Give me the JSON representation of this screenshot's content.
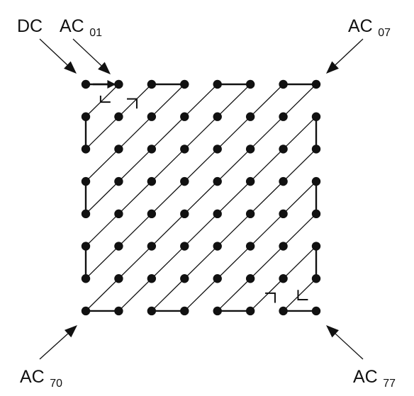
{
  "diagram": {
    "title": "",
    "grid": {
      "rows": 8,
      "cols": 8
    },
    "scan_order": "zig-zag",
    "colors": {
      "ink": "#111111",
      "background": "#ffffff"
    },
    "labels": [
      {
        "id": "dc",
        "main": "DC",
        "sub": ""
      },
      {
        "id": "ac01",
        "main": "AC",
        "sub": "01"
      },
      {
        "id": "ac07",
        "main": "AC",
        "sub": "07"
      },
      {
        "id": "ac70",
        "main": "AC",
        "sub": "70"
      },
      {
        "id": "ac77",
        "main": "AC",
        "sub": "77"
      }
    ]
  }
}
